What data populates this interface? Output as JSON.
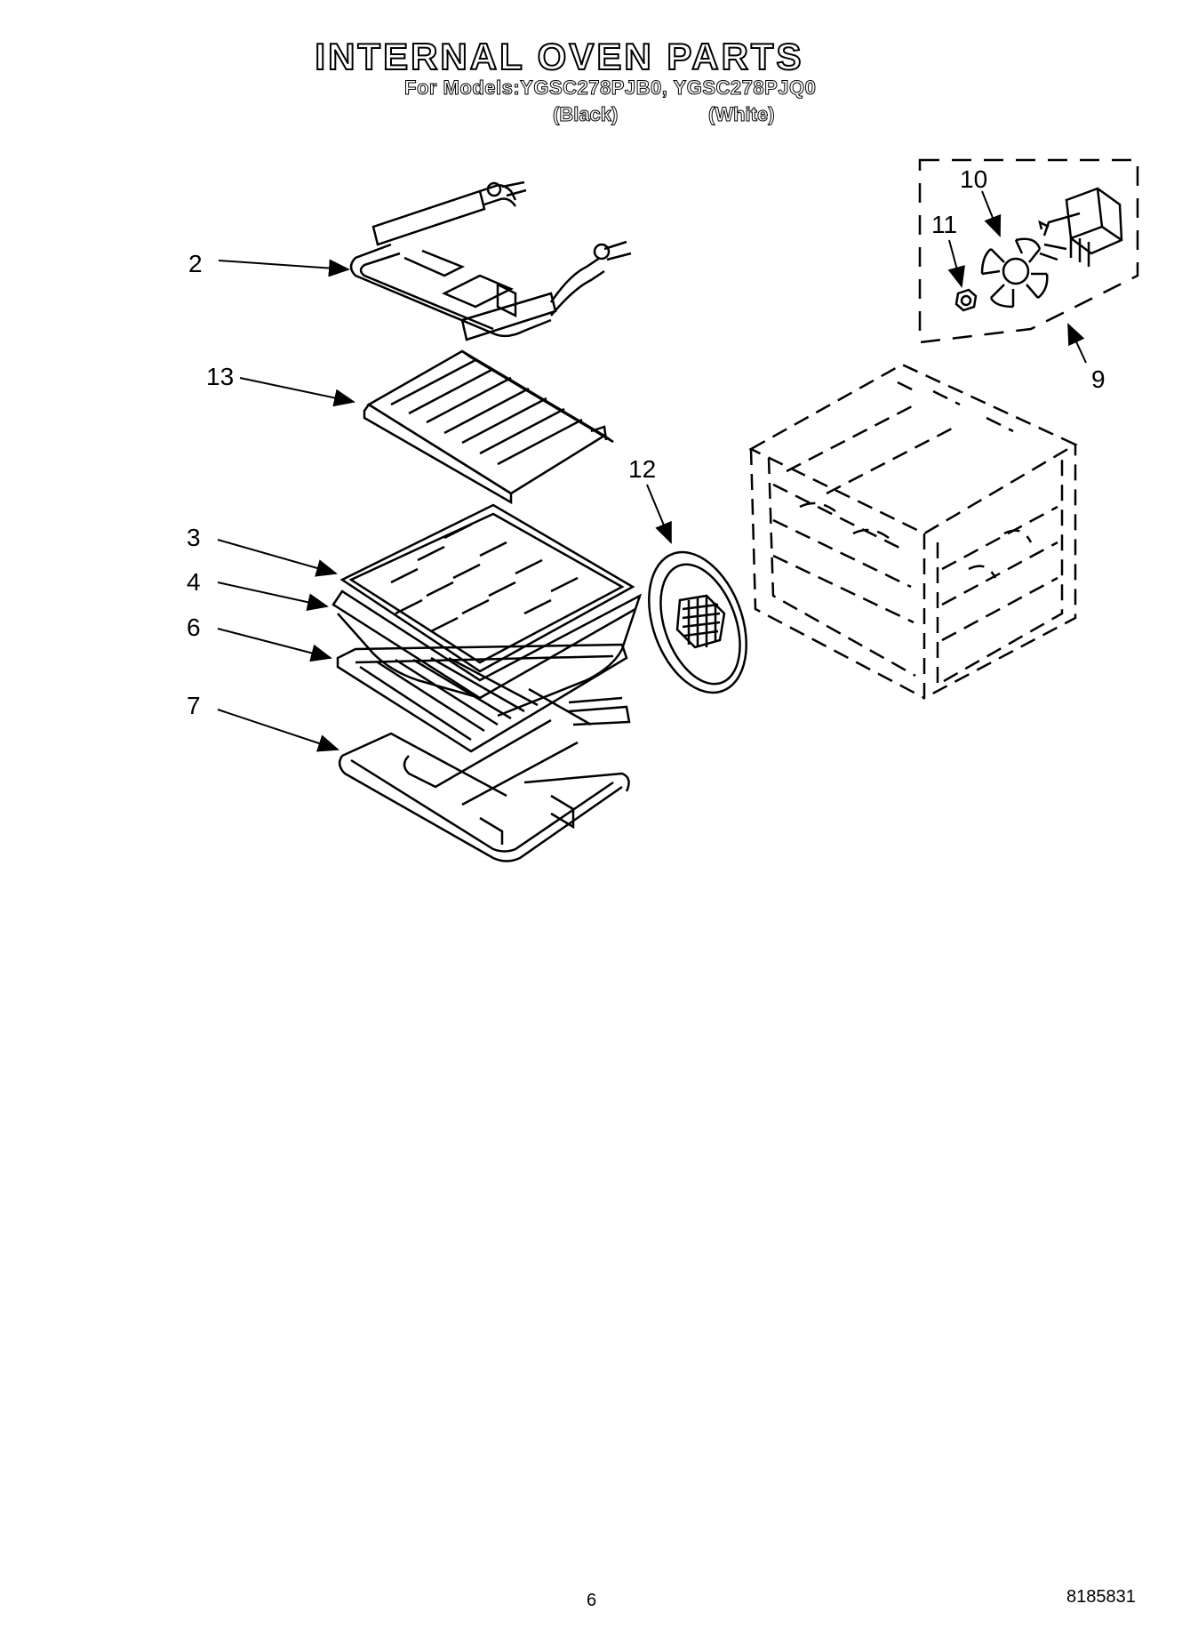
{
  "header": {
    "title": "INTERNAL OVEN PARTS",
    "models": "For Models:YGSC278PJB0, YGSC278PJQ0",
    "color_black": "(Black)",
    "color_white": "(White)"
  },
  "callouts": {
    "c2": "2",
    "c13": "13",
    "c3": "3",
    "c4": "4",
    "c6": "6",
    "c7": "7",
    "c12": "12",
    "c10": "10",
    "c11": "11",
    "c9": "9"
  },
  "footer": {
    "page_number": "6",
    "doc_number": "8185831"
  }
}
